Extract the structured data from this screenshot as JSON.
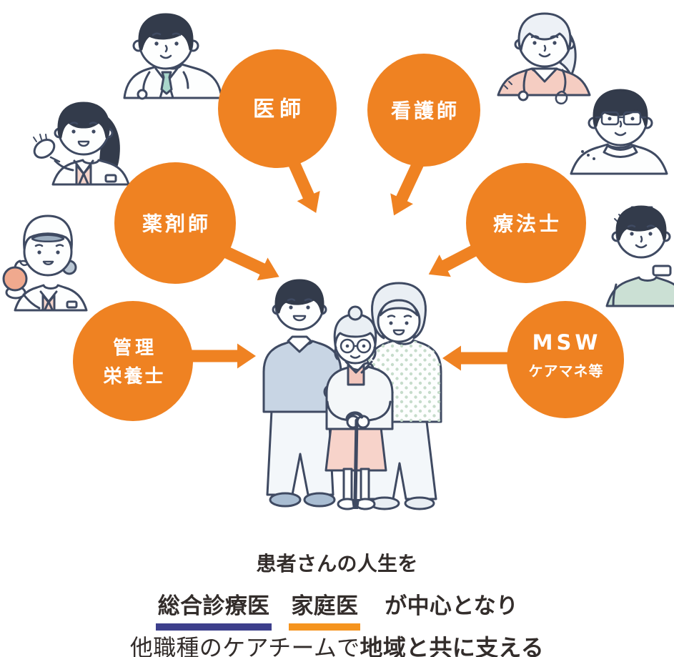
{
  "page": {
    "background": "#ffffff"
  },
  "palette": {
    "circle_orange": "#EF8222",
    "underline_navy": "#3D3F8C",
    "underline_orange": "#F5941F",
    "text_dark": "#332D2B",
    "illustration_outline": "#3F4A62"
  },
  "team_circles": [
    {
      "role": "doctor",
      "label": "医師"
    },
    {
      "role": "nurse",
      "label": "看護師"
    },
    {
      "role": "pharmacist",
      "label": "薬剤師"
    },
    {
      "role": "therapist",
      "label": "療法士"
    },
    {
      "role": "dietitian",
      "label_line1": "管理",
      "label_line2": "栄養士"
    },
    {
      "role": "msw",
      "label_line1": "MSW",
      "label_line2": "ケアマネ等"
    }
  ],
  "characters": [
    "male-doctor",
    "female-doctor-waving",
    "dietitian-with-fruit",
    "female-nurse",
    "male-with-glasses",
    "male-in-scrubs",
    "patient-and-family"
  ],
  "caption": {
    "line1": "患者さんの人生を",
    "line2": {
      "term1": "総合診療医",
      "term2": "家庭医",
      "rest": "が中心となり"
    },
    "line3": {
      "part1": "他職種のケアチームで",
      "part2": "地域と共に支える"
    }
  }
}
